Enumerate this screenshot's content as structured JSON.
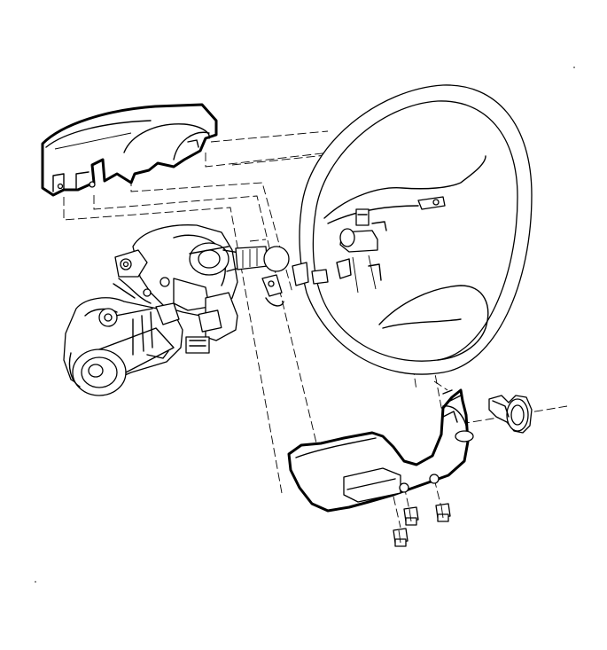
{
  "diagram": {
    "parts": [
      "upper-column-cover",
      "steering-column-assembly",
      "tilt-motor",
      "steering-wheel",
      "lower-column-cover",
      "cover-screws",
      "tilt-lever-knob"
    ]
  }
}
